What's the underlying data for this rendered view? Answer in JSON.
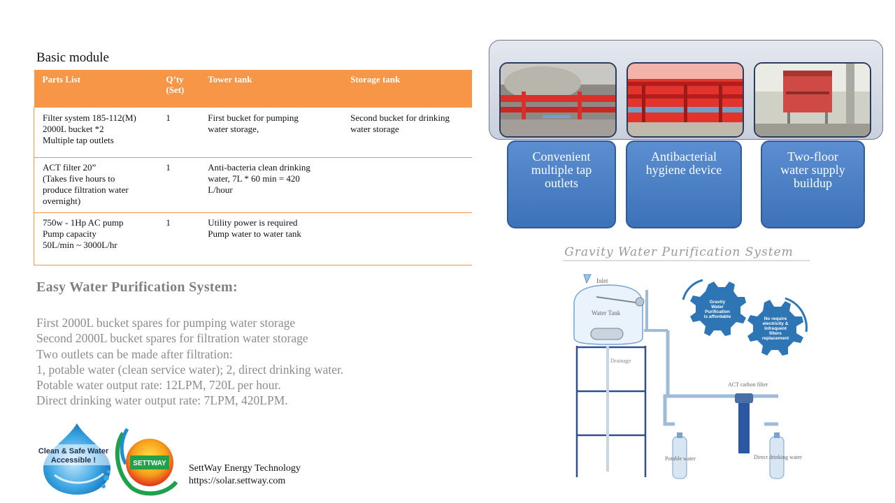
{
  "module_title": "Basic module",
  "table": {
    "headers": [
      "Parts List",
      "Q'ty (Set)",
      "Tower tank",
      "Storage tank"
    ],
    "header_qty_lines": [
      "Q’ty",
      "(Set)"
    ],
    "rows": [
      {
        "parts": [
          "Filter system 185-112(M)",
          "2000L bucket *2",
          "Multiple tap outlets"
        ],
        "qty": "1",
        "tower": [
          "First bucket for pumping",
          "water storage,"
        ],
        "storage": [
          "Second bucket for drinking",
          "water storage"
        ]
      },
      {
        "parts": [
          "ACT filter 20”",
          "(Takes five hours to",
          "produce filtration water",
          "overnight)"
        ],
        "qty": "1",
        "tower": [
          "Anti-bacteria clean drinking",
          "water, 7L * 60 min = 420",
          "L/hour"
        ],
        "storage": []
      },
      {
        "parts": [
          "750w - 1Hp AC pump",
          "Pump capacity",
          "50L/min ~ 3000L/hr"
        ],
        "qty": "1",
        "tower": [
          "Utility power is required",
          "Pump water to water tank"
        ],
        "storage": []
      }
    ]
  },
  "easy_title": "Easy Water Purification System:",
  "description_lines": [
    "First 2000L bucket spares for pumping water storage",
    "Second 2000L bucket spares for filtration water storage",
    "Two outlets can be made after filtration:",
    "1, potable water (clean service water); 2, direct drinking water.",
    "Potable water output rate: 12LPM, 720L per hour.",
    "Direct drinking water output rate: 7LPM, 420LPM."
  ],
  "logo": {
    "clean_water_lines": [
      "Clean & Safe Water",
      "Accessible !"
    ],
    "brand": "SETTWAY"
  },
  "company": {
    "name": "SettWay Energy Technology",
    "url": "https://solar.settway.com"
  },
  "features": [
    {
      "lines": [
        "Convenient",
        "multiple tap",
        "outlets"
      ]
    },
    {
      "lines": [
        "Antibacterial",
        "hygiene device"
      ]
    },
    {
      "lines": [
        "Two-floor",
        "water supply",
        "buildup"
      ]
    }
  ],
  "diagram": {
    "title": "Gravity Water Purification System",
    "inlet": "Inlet",
    "water_tank": "Water Tank",
    "drainage": "Drainage",
    "act_filter": "ACT carbon filter",
    "potable": "Potable water",
    "direct": "Direct drinking water",
    "gear1_lines": [
      "Gravity",
      "Water",
      "Purification",
      "is affordable"
    ],
    "gear2_lines": [
      "No require",
      "electricity &",
      "Infrequent",
      "filters",
      "replacement"
    ]
  },
  "colors": {
    "table_header": "#f79646",
    "feature_box": "#4a80c4",
    "gear": "#2e75b6",
    "muted_text": "#8c8c8c"
  }
}
